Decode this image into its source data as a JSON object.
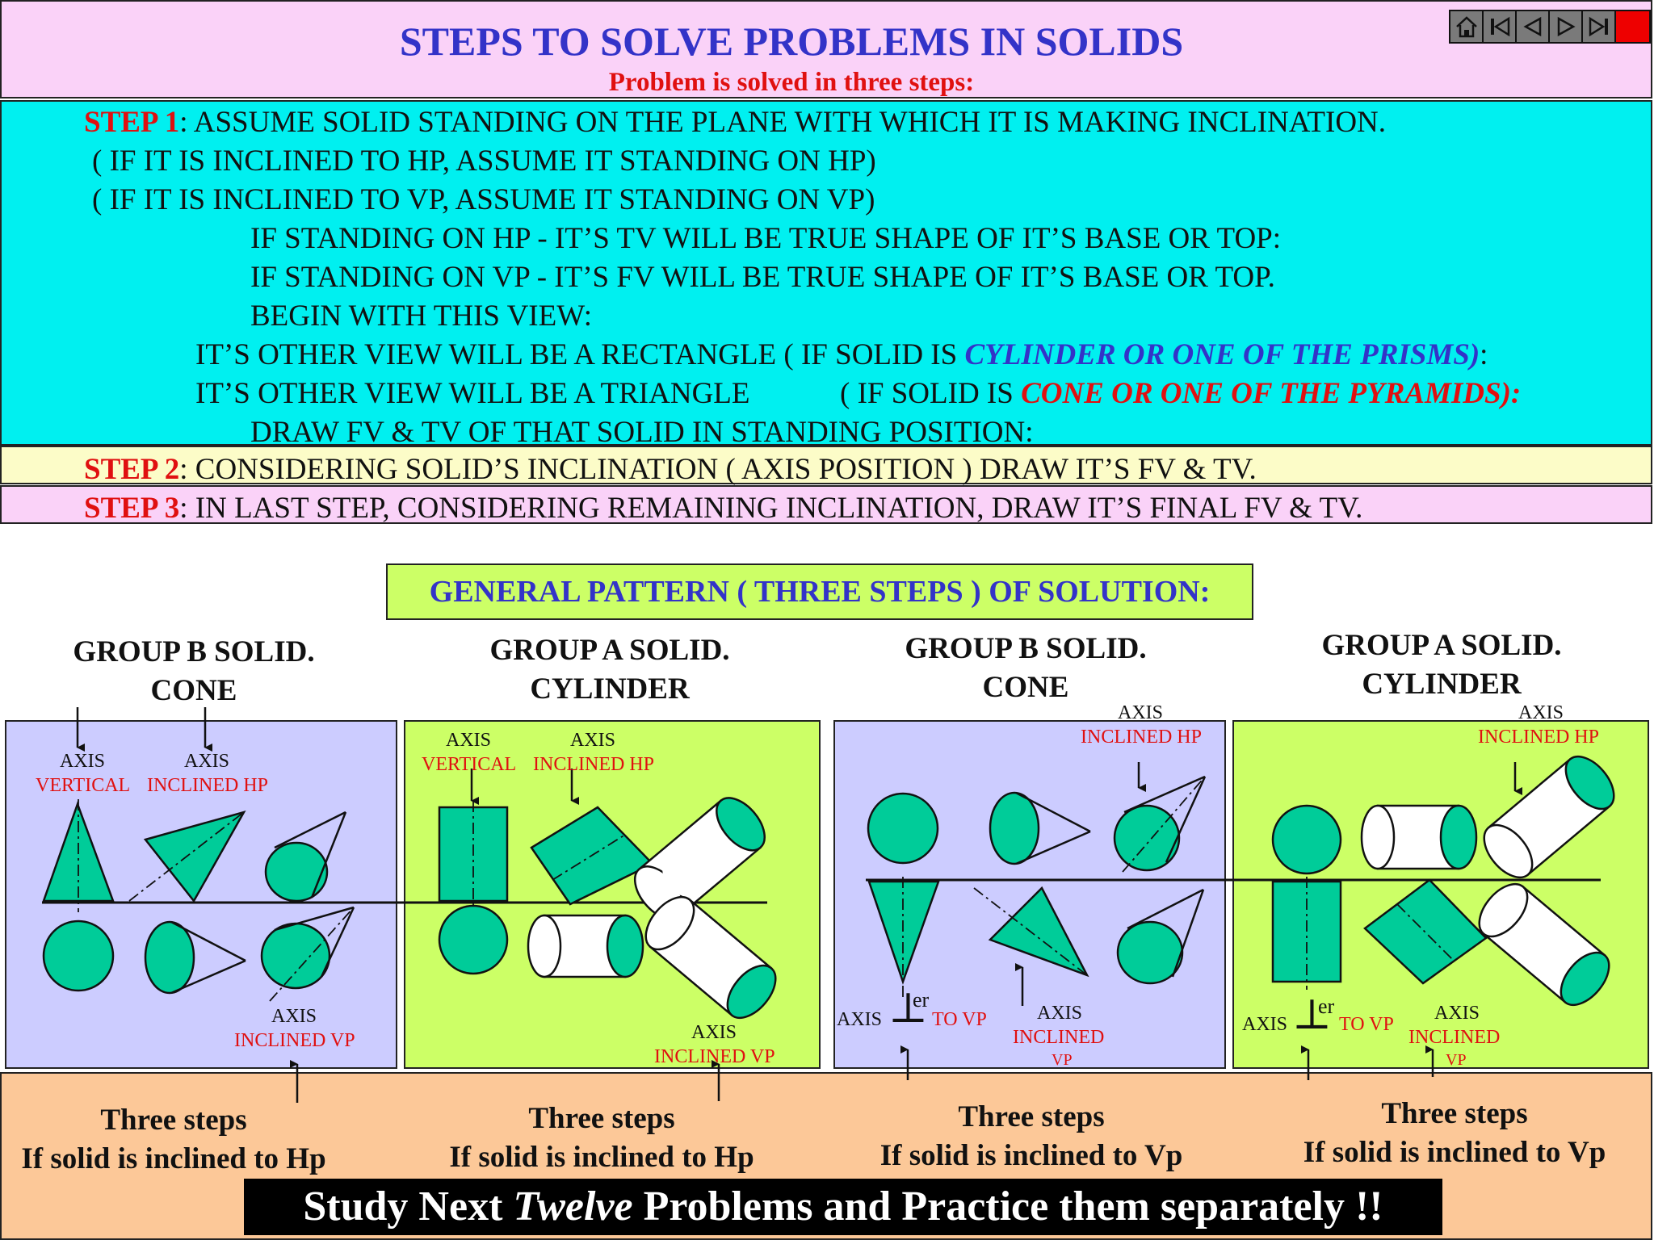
{
  "header": {
    "title": "STEPS TO SOLVE PROBLEMS IN SOLIDS",
    "subtitle": "Problem is solved in three steps:"
  },
  "nav": {
    "buttons": [
      "home-icon",
      "first-slide-icon",
      "previous-slide-icon",
      "next-slide-icon",
      "last-slide-icon",
      "end-show-icon"
    ]
  },
  "step1": {
    "label": "STEP 1",
    "text": ": ASSUME SOLID STANDING ON THE PLANE WITH WHICH IT IS MAKING INCLINATION.",
    "hp_case": "( IF IT IS INCLINED TO HP, ASSUME IT STANDING ON HP)",
    "vp_case": "( IF IT IS INCLINED TO VP, ASSUME IT STANDING ON VP)",
    "hp_tv": "IF STANDING ON HP - IT’S TV WILL BE TRUE SHAPE OF IT’S BASE OR TOP:",
    "vp_fv": "IF STANDING ON VP - IT’S FV WILL BE TRUE SHAPE OF IT’S BASE OR TOP.",
    "begin": "BEGIN WITH THIS VIEW:",
    "rect_prefix": "IT’S OTHER VIEW WILL BE A RECTANGLE ( IF SOLID IS ",
    "rect_emph": "CYLINDER OR ONE OF THE PRISMS)",
    "rect_suffix": ":",
    "tri_prefix": "IT’S OTHER VIEW WILL BE A TRIANGLE",
    "tri_mid": "( IF SOLID IS ",
    "tri_emph": "CONE OR ONE OF THE PYRAMIDS):",
    "draw": "DRAW FV & TV OF THAT SOLID IN STANDING POSITION:"
  },
  "step2": {
    "label": "STEP 2",
    "text": ": CONSIDERING SOLID’S INCLINATION ( AXIS POSITION ) DRAW IT’S FV & TV."
  },
  "step3": {
    "label": "STEP 3",
    "text": ": IN LAST STEP, CONSIDERING REMAINING INCLINATION, DRAW IT’S FINAL FV & TV."
  },
  "general_pattern": "GENERAL PATTERN ( THREE STEPS ) OF SOLUTION:",
  "groups": [
    {
      "line1": "GROUP B SOLID.",
      "line2": "CONE"
    },
    {
      "line1": "GROUP A SOLID.",
      "line2": "CYLINDER"
    },
    {
      "line1": "GROUP B SOLID.",
      "line2": "CONE"
    },
    {
      "line1": "GROUP A SOLID.",
      "line2": "CYLINDER"
    }
  ],
  "labels": {
    "axis": "AXIS",
    "vertical": "VERTICAL",
    "inclined_hp": "INCLINED HP",
    "inclined_vp": "INCLINED VP",
    "inclined": "INCLINED",
    "vp": "VP",
    "perp_symbol": "⊥",
    "er": "er",
    "to_vp": "TO VP"
  },
  "footer": {
    "three_steps": "Three steps",
    "hp_line": "If solid is inclined to Hp",
    "vp_line": "If solid is inclined to Vp",
    "study_prefix": "Study Next ",
    "study_emph": "Twelve",
    "study_suffix": " Problems and Practice them separately !!"
  },
  "colors": {
    "title_blue": "#3333c8",
    "accent_red": "#e01010",
    "solid_green": "#00cc99",
    "panel_lavender": "#ccccff",
    "panel_lime": "#ccff66",
    "step1_cyan": "#00f0f0"
  }
}
